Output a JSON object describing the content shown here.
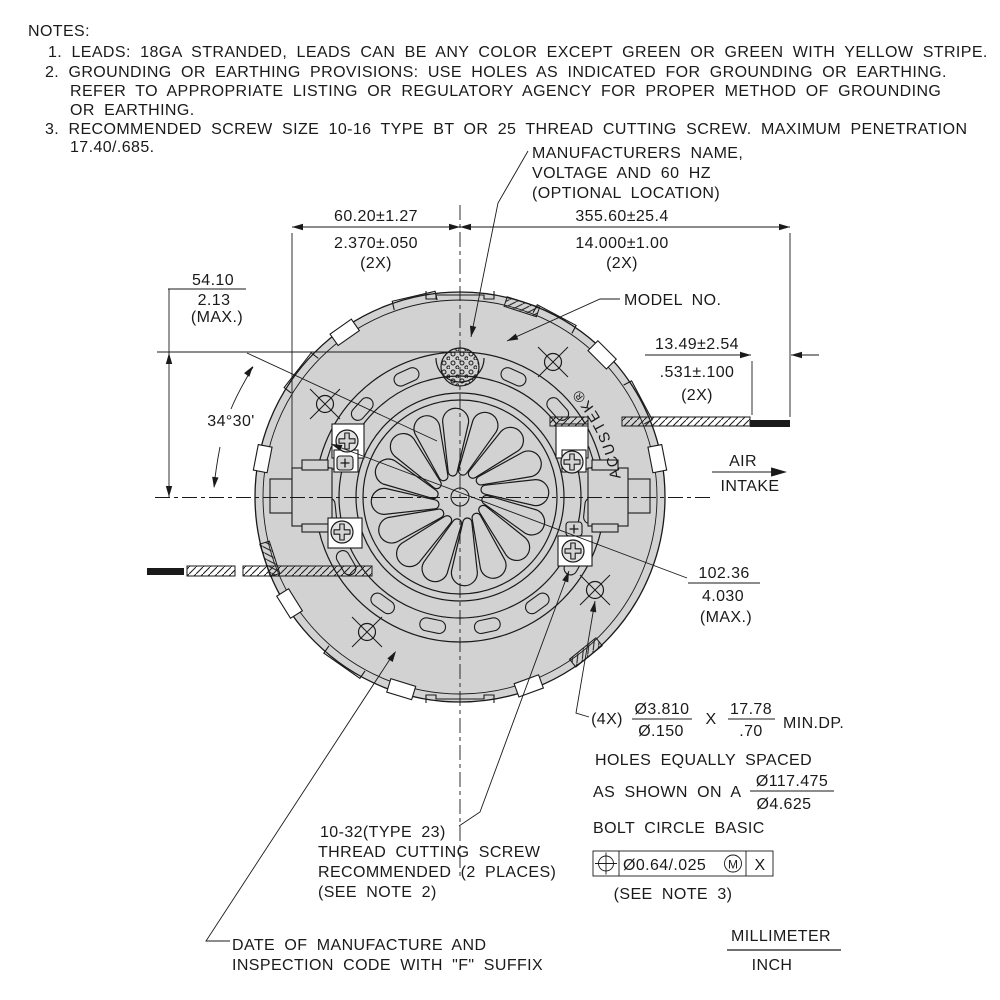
{
  "colors": {
    "body_fill": "#d2d2d2",
    "line": "#1a1a1a",
    "background": "#ffffff"
  },
  "notes": {
    "title": "NOTES:",
    "n1": "1. LEADS: 18GA STRANDED, LEADS CAN BE ANY COLOR EXCEPT GREEN OR GREEN WITH YELLOW STRIPE.",
    "n2a": "2. GROUNDING OR EARTHING PROVISIONS: USE HOLES AS INDICATED FOR GROUNDING OR EARTHING.",
    "n2b": "REFER TO APPROPRIATE LISTING OR REGULATORY AGENCY FOR PROPER METHOD OF GROUNDING",
    "n2c": "OR EARTHING.",
    "n3a": "3. RECOMMENDED SCREW SIZE 10-16 TYPE BT OR 25 THREAD CUTTING SCREW. MAXIMUM PENETRATION",
    "n3b": "17.40/.685."
  },
  "callouts": {
    "manufacturer_l1": "MANUFACTURERS NAME,",
    "manufacturer_l2": "VOLTAGE AND 60 HZ",
    "manufacturer_l3": "(OPTIONAL LOCATION)",
    "model": "MODEL NO.",
    "air": "AIR",
    "intake": "INTAKE",
    "screw_l1": "10-32(TYPE 23)",
    "screw_l2": "THREAD CUTTING SCREW",
    "screw_l3": "RECOMMENDED (2 PLACES)",
    "screw_l4": "(SEE NOTE 2)",
    "date_l1": "DATE OF MANUFACTURE AND",
    "date_l2": "INSPECTION CODE WITH \"F\" SUFFIX"
  },
  "dimensions": {
    "left_top_mm": "60.20±1.27",
    "left_top_in": "2.370±.050",
    "left_top_qty": "(2X)",
    "right_top_mm": "355.60±25.4",
    "right_top_in": "14.000±1.00",
    "right_top_qty": "(2X)",
    "height_mm": "54.10",
    "height_in": "2.13",
    "height_max": "(MAX.)",
    "angle": "34°30'",
    "strip_mm": "13.49±2.54",
    "strip_in": ".531±.100",
    "strip_qty": "(2X)",
    "body_mm": "102.36",
    "body_in": "4.030",
    "body_max": "(MAX.)",
    "holes_qty": "(4X)",
    "holes_dia_mm": "Ø3.810",
    "holes_dia_in": "Ø.150",
    "times": "X",
    "depth_mm": "17.78",
    "depth_in": ".70",
    "depth_suffix": "MIN.DP."
  },
  "bolt_circle": {
    "l1": "HOLES EQUALLY SPACED",
    "l2": "AS SHOWN ON A",
    "dia_mm": "Ø117.475",
    "dia_in": "Ø4.625",
    "l3": "BOLT CIRCLE BASIC",
    "fcf_tolerance": "Ø0.64/.025",
    "fcf_modifier": "M",
    "fcf_datum": "X",
    "see_note": "(SEE NOTE 3)"
  },
  "units": {
    "numerator": "MILLIMETER",
    "denominator": "INCH"
  },
  "brand": "ACUSTEK®"
}
